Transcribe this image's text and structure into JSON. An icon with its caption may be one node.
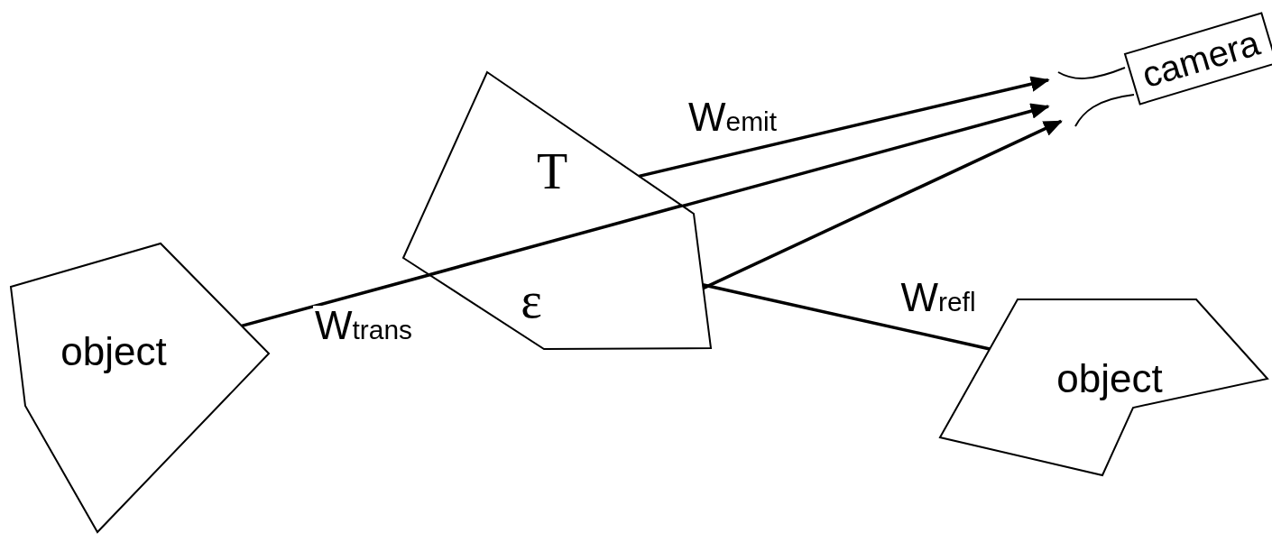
{
  "diagram": {
    "nodes": [
      {
        "text": [
          "object"
        ]
      },
      {
        "text": [
          "T",
          "ε"
        ]
      },
      {
        "text": [
          "object"
        ]
      },
      {
        "text": [
          "camera"
        ]
      }
    ],
    "edges": [
      {
        "from": 1,
        "to": 3,
        "arrow": "to",
        "label": "W$_{emit}$"
      },
      {
        "from": 0,
        "to": 1,
        "arrow": "none",
        "label": "W$_{trans}$"
      },
      {
        "from": 2,
        "to": 1,
        "arrow": "none",
        "label": "W$_{refl}$"
      },
      {
        "from": 1,
        "to": 3,
        "arrow": "to"
      },
      {
        "from": 1,
        "to": 3,
        "arrow": "to"
      }
    ]
  }
}
